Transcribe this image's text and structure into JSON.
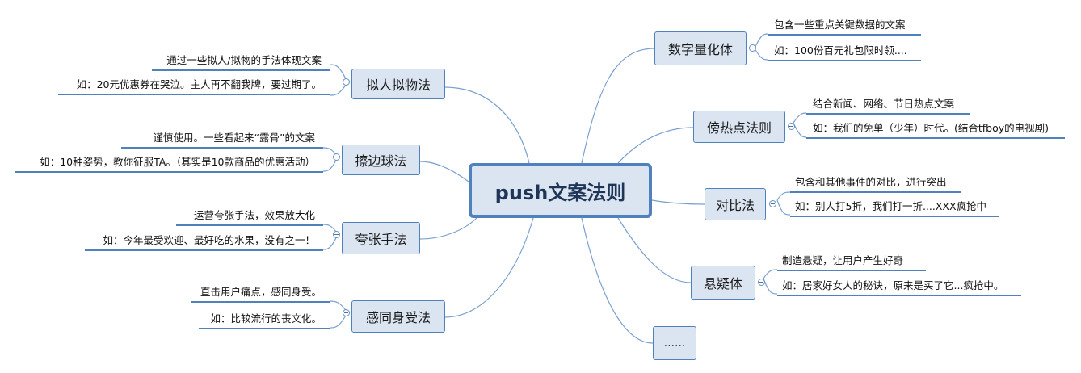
{
  "root": {
    "label": "push文案法则"
  },
  "left": [
    {
      "label": "拟人拟物法",
      "leaves": [
        "通过一些拟人/拟物的手法体现文案",
        "如：20元优惠券在哭泣。主人再不翻我牌，要过期了。"
      ]
    },
    {
      "label": "擦边球法",
      "leaves": [
        "谨慎使用。一些看起来“露骨”的文案",
        "如：10种姿势，教你征服TA。（其实是10款商品的优惠活动）"
      ]
    },
    {
      "label": "夸张手法",
      "leaves": [
        "运营夸张手法，效果放大化",
        "如：今年最受欢迎、最好吃的水果，没有之一！"
      ]
    },
    {
      "label": "感同身受法",
      "leaves": [
        "直击用户痛点，感同身受。",
        "如：比较流行的丧文化。"
      ]
    }
  ],
  "right": [
    {
      "label": "数字量化体",
      "leaves": [
        "包含一些重点关键数据的文案",
        "如：100份百元礼包限时领...."
      ]
    },
    {
      "label": "傍热点法则",
      "leaves": [
        "结合新闻、网络、节日热点文案",
        "如：我们的免单（少年）时代。(结合tfboy的电视剧)"
      ]
    },
    {
      "label": "对比法",
      "leaves": [
        "包含和其他事件的对比，进行突出",
        "如：别人打5折，我们打一折....XXX疯抢中"
      ]
    },
    {
      "label": "悬疑体",
      "leaves": [
        "制造悬疑，让用户产生好奇",
        "如：居家好女人的秘诀，原来是买了它...疯抢中。"
      ]
    },
    {
      "label": "......",
      "leaves": []
    }
  ]
}
